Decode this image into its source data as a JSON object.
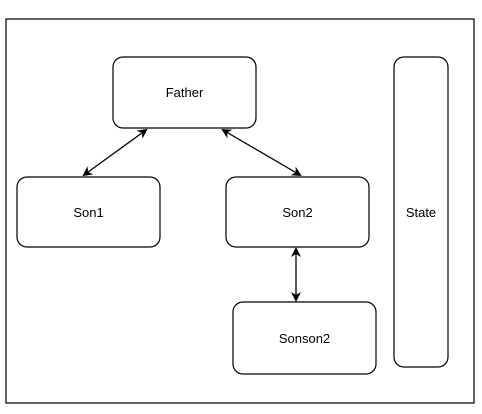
{
  "diagram": {
    "nodes": [
      {
        "id": "father",
        "label": "Father"
      },
      {
        "id": "son1",
        "label": "Son1"
      },
      {
        "id": "son2",
        "label": "Son2"
      },
      {
        "id": "sonson2",
        "label": "Sonson2"
      },
      {
        "id": "state",
        "label": "State"
      }
    ],
    "edges": [
      {
        "from": "father",
        "to": "son1",
        "direction": "both"
      },
      {
        "from": "father",
        "to": "son2",
        "direction": "both"
      },
      {
        "from": "son2",
        "to": "sonson2",
        "direction": "both"
      }
    ],
    "colors": {
      "stroke": "#000000",
      "fill": "#ffffff",
      "background": "#ffffff"
    }
  }
}
